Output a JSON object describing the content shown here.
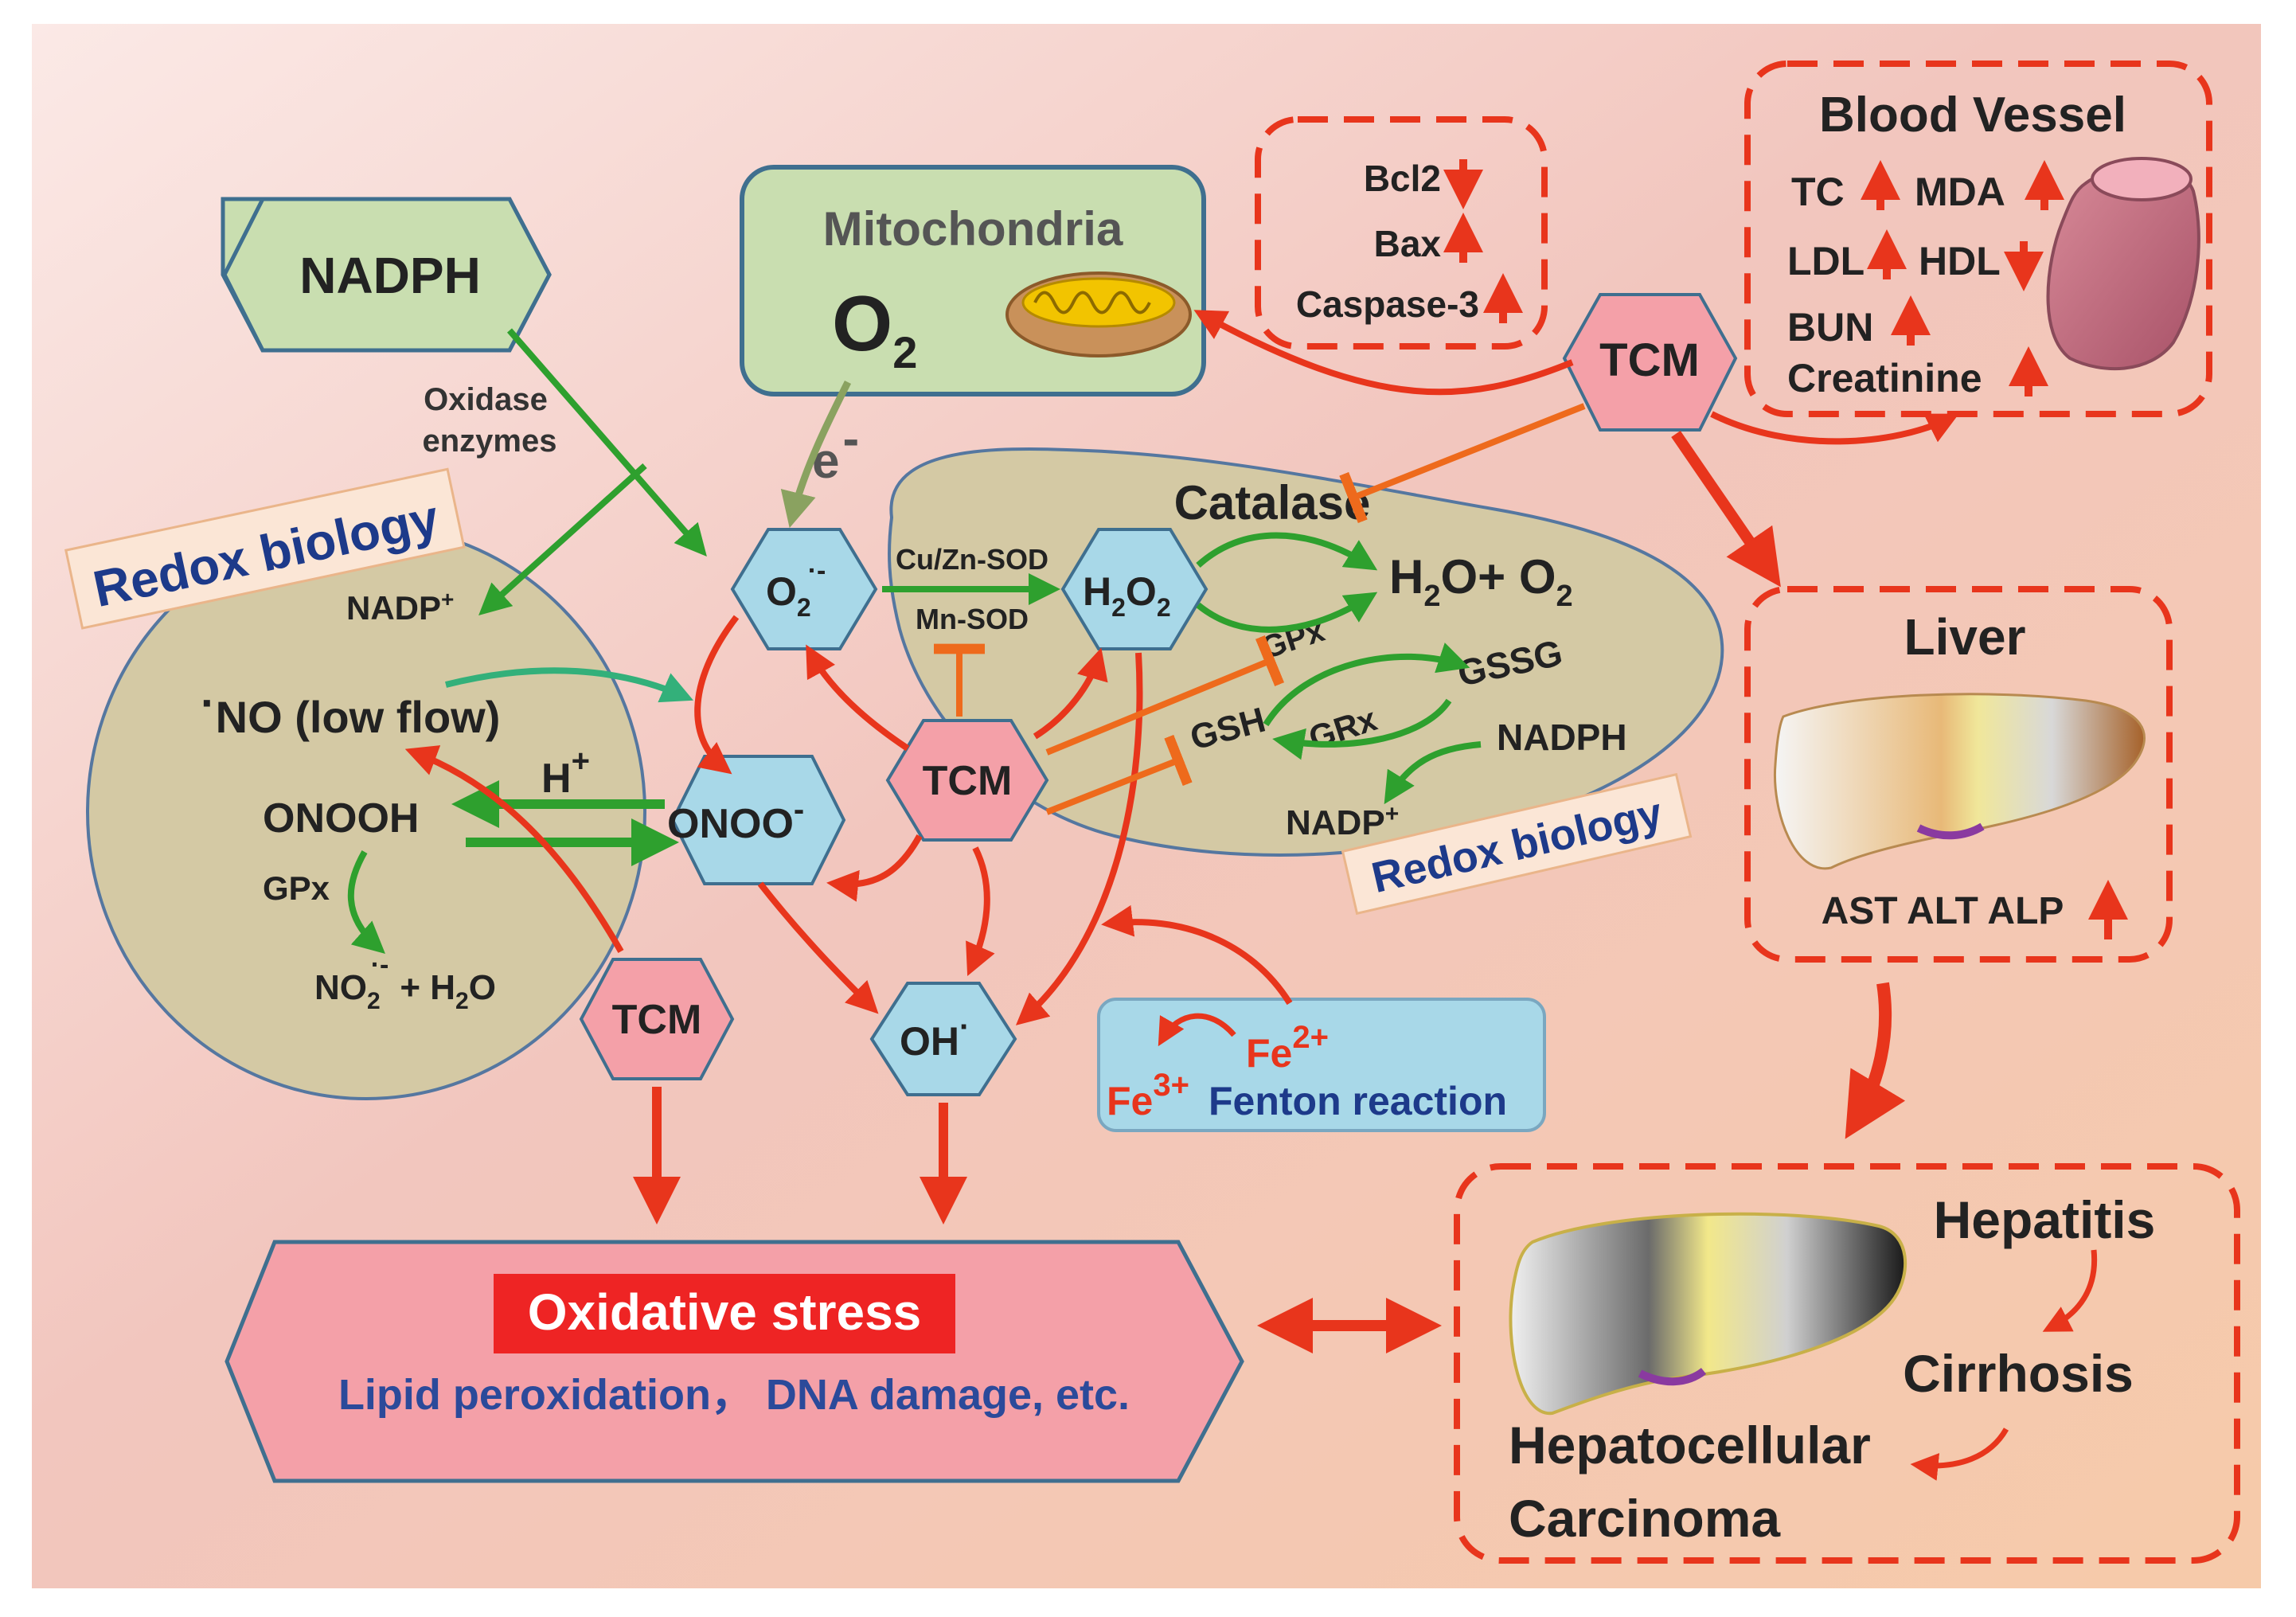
{
  "nodes": {
    "nadph_top": "NADPH",
    "oxidase": [
      "Oxidase",
      "enzymes"
    ],
    "mito_title": "Mitochondria",
    "o2": "O",
    "o2_sub": "2",
    "electron": "e",
    "electron_sup": "-",
    "superoxide": "O",
    "superoxide_sub": "2",
    "superoxide_sup": "·-",
    "h2o2_a": "H",
    "h2o2_sub1": "2",
    "h2o2_b": "O",
    "h2o2_sub2": "2",
    "catalase": "Catalase",
    "water_oxygen_a": "H",
    "water_oxygen_sub1": "2",
    "water_oxygen_b": "O+ O",
    "water_oxygen_sub2": "2",
    "cu_zn_sod": "Cu/Zn-SOD",
    "mn_sod": "Mn-SOD",
    "gpx_right": "GPx",
    "gssg": "GSSG",
    "gsh": "GSH",
    "grx": "GRx",
    "nadph_right": "NADPH",
    "nadp_right": "NADP",
    "nadp_right_sup": "+",
    "nadp_left": "NADP",
    "nadp_left_sup": "+",
    "redox_left": "Redox biology",
    "redox_right": "Redox biology",
    "no_low_flow_dot": "·",
    "no_low_flow": "NO (low flow)",
    "h_plus": "H",
    "h_plus_sup": "+",
    "onooh": "ONOOH",
    "gpx_left": "GPx",
    "no2_a": "NO",
    "no2_sub": "2",
    "no2_sup": "·-",
    "no2_b": "+ H",
    "no2_sub2": "2",
    "no2_c": "O",
    "onoo": "ONOO",
    "onoo_sup": "-",
    "oh": "OH",
    "oh_sup": "·",
    "tcm_center": "TCM",
    "tcm_left": "TCM",
    "tcm_top": "TCM",
    "fe2": "Fe",
    "fe2_sup": "2+",
    "fe3": "Fe",
    "fe3_sup": "3+",
    "fenton": "Fenton reaction",
    "oxidative_title": "Oxidative stress",
    "oxidative_sub": "Lipid peroxidation，  DNA damage, etc."
  },
  "apoptosis": [
    "Bcl2",
    "Bax",
    "Caspase-3"
  ],
  "blood_vessel": {
    "title": "Blood Vessel",
    "markers": [
      "TC",
      "MDA",
      "LDL",
      "HDL",
      "BUN",
      "Creatinine"
    ]
  },
  "liver": {
    "title": "Liver",
    "markers": "AST ALT ALP"
  },
  "disease": {
    "hepatitis": "Hepatitis",
    "cirrhosis": "Cirrhosis",
    "hcc": [
      "Hepatocellular",
      "Carcinoma"
    ]
  },
  "colors": {
    "green_shape": "#c9deb0",
    "hex_blue": "#a8d8e8",
    "hex_pink": "#f4a0a8",
    "cytoplasm": "#d4c9a4",
    "red_arrow": "#e8351c",
    "green_arrow": "#2ea02e",
    "inhibit": "#ee6a1c",
    "navy": "#1d3a8a"
  }
}
